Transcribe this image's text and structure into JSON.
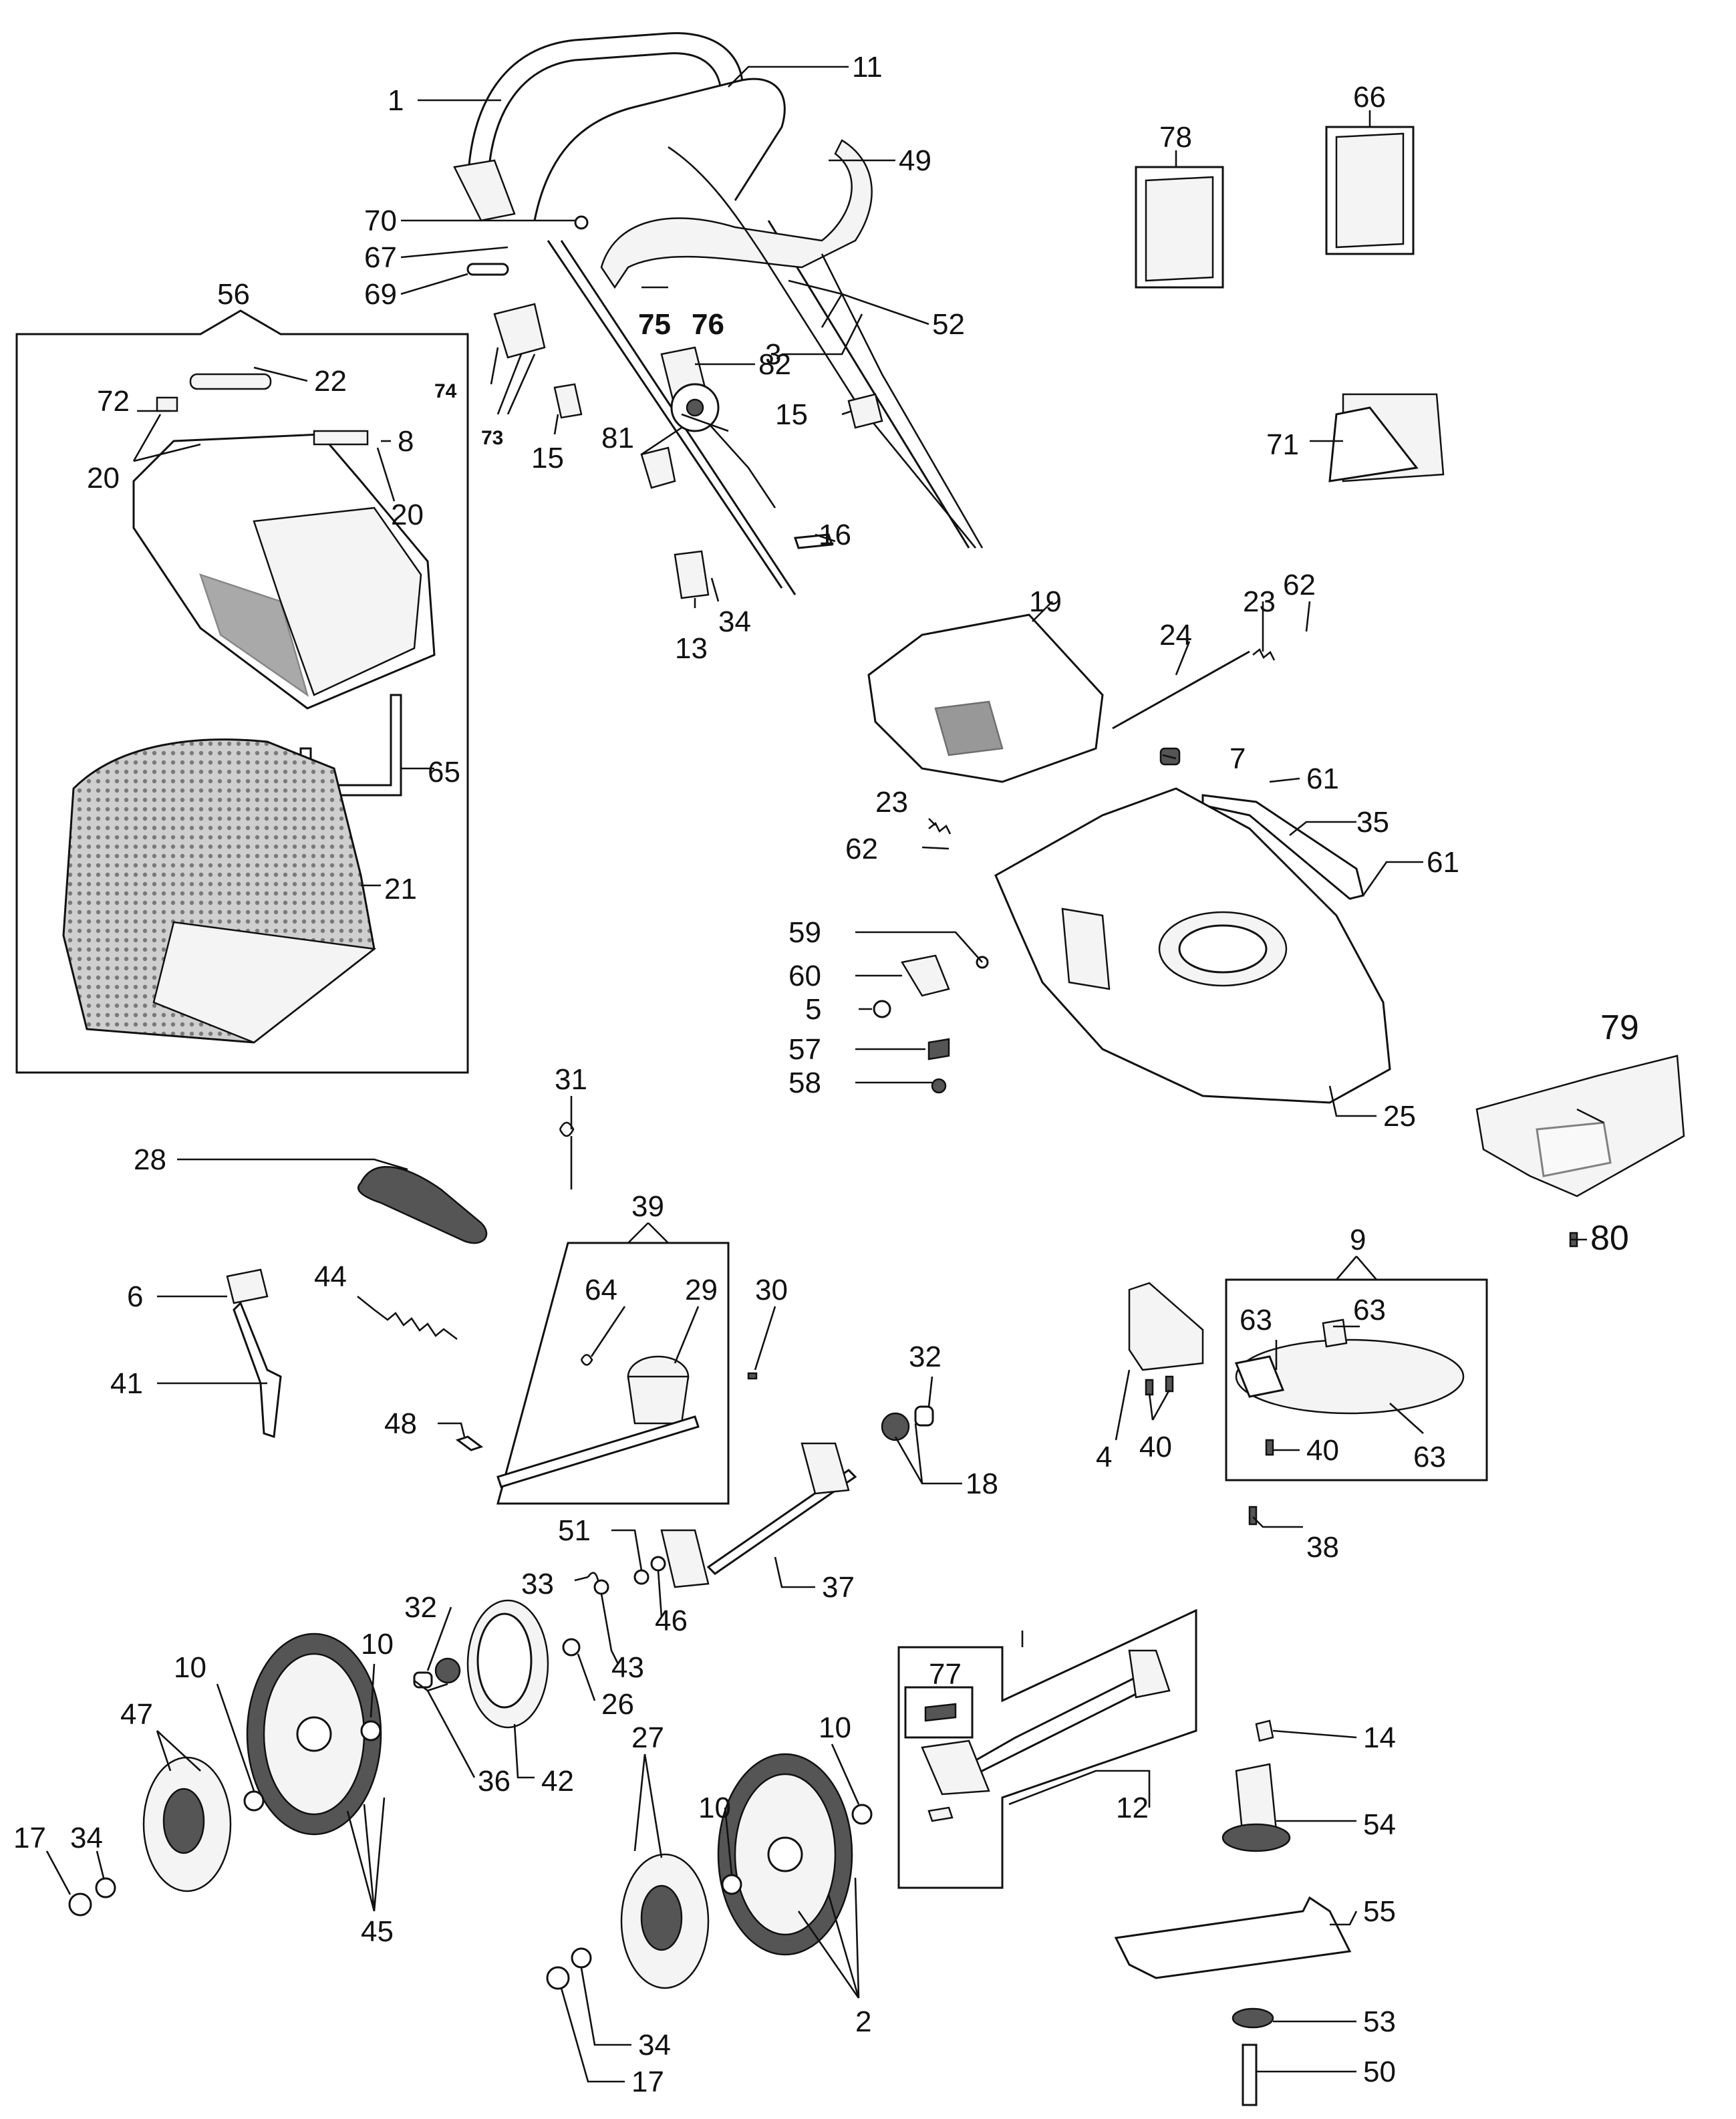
{
  "callouts": {
    "c1": "1",
    "c11": "11",
    "c49": "49",
    "c70": "70",
    "c67": "67",
    "c69": "69",
    "c75": "75",
    "c76": "76",
    "c52": "52",
    "c3": "3",
    "c82": "82",
    "c81": "81",
    "c15a": "15",
    "c15b": "15",
    "c16": "16",
    "c13": "13",
    "c34a": "34",
    "c74": "74",
    "c73": "73",
    "c56": "56",
    "c22": "22",
    "c72": "72",
    "c8": "8",
    "c20a": "20",
    "c20b": "20",
    "c65": "65",
    "c21": "21",
    "c78": "78",
    "c66": "66",
    "c71": "71",
    "c19": "19",
    "c24": "24",
    "c23a": "23",
    "c62a": "62",
    "c7": "7",
    "c61a": "61",
    "c35": "35",
    "c61b": "61",
    "c23b": "23",
    "c62b": "62",
    "c59": "59",
    "c60": "60",
    "c5": "5",
    "c57": "57",
    "c58": "58",
    "c25": "25",
    "c79": "79",
    "c80": "80",
    "c31": "31",
    "c28": "28",
    "c6": "6",
    "c44": "44",
    "c41": "41",
    "c48": "48",
    "c39": "39",
    "c64": "64",
    "c29": "29",
    "c30": "30",
    "c9": "9",
    "c63a": "63",
    "c63b": "63",
    "c63c": "63",
    "c4": "4",
    "c40a": "40",
    "c40b": "40",
    "c32a": "32",
    "c18": "18",
    "c38": "38",
    "c51": "51",
    "c33": "33",
    "c43": "43",
    "c46": "46",
    "c37": "37",
    "c26": "26",
    "c32b": "32",
    "c10a": "10",
    "c10b": "10",
    "c47": "47",
    "c36": "36",
    "c42": "42",
    "c17a": "17",
    "c34b": "34",
    "c45": "45",
    "c77": "77",
    "c12": "12",
    "c14": "14",
    "c54": "54",
    "c55": "55",
    "c27": "27",
    "c10c": "10",
    "c10d": "10",
    "c34c": "34",
    "c17b": "17",
    "c2": "2",
    "c53": "53",
    "c50": "50"
  }
}
